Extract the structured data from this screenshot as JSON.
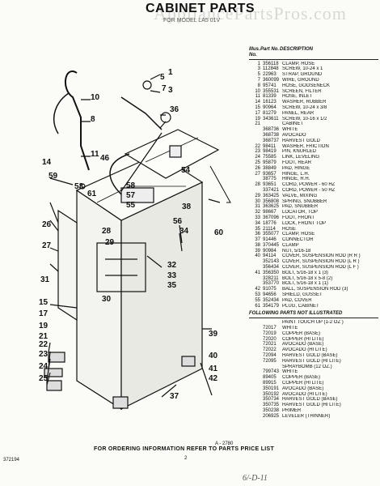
{
  "header": {
    "title": "CABINET PARTS",
    "subtitle": "FOR MODEL LA5 01V",
    "watermark": "AppliancePartsPros.com"
  },
  "parts_table": {
    "columns": [
      "Illus. No.",
      "Part No.",
      "DESCRIPTION"
    ],
    "rows": [
      {
        "no": "1",
        "part": "356118",
        "desc": "CLAMP, HOSE"
      },
      {
        "no": "3",
        "part": "112848",
        "desc": "SCREW, 10-24 x 1"
      },
      {
        "no": "5",
        "part": "22963",
        "desc": "STRAP, GROUND"
      },
      {
        "no": "7",
        "part": "360099",
        "desc": "WIRE, GROUND"
      },
      {
        "no": "8",
        "part": "95741",
        "desc": "HOSE, GOOSENECK"
      },
      {
        "no": "10",
        "part": "355531",
        "desc": "SCREEN, FILTER"
      },
      {
        "no": "11",
        "part": "81339",
        "desc": "HOSE, INLET"
      },
      {
        "no": "14",
        "part": "16123",
        "desc": "WASHER, RUBBER"
      },
      {
        "no": "15",
        "part": "90964",
        "desc": "SCREW, 10-24 x 3/8"
      },
      {
        "no": "17",
        "part": "81279",
        "desc": "PANEL, REAR"
      },
      {
        "no": "19",
        "part": "343611",
        "desc": "SCREW, 10-16 x 1/2"
      },
      {
        "no": "21",
        "part": "",
        "desc": "CABINET"
      },
      {
        "no": "",
        "part": "368736",
        "desc": "WHITE"
      },
      {
        "no": "",
        "part": "368738",
        "desc": "AVOCADO"
      },
      {
        "no": "",
        "part": "368737",
        "desc": "HARVEST GOLD"
      },
      {
        "no": "22",
        "part": "98411",
        "desc": "WASHER, FRICTION"
      },
      {
        "no": "23",
        "part": "98419",
        "desc": "PIN, KNURLED"
      },
      {
        "no": "24",
        "part": "75585",
        "desc": "LINK, LEVELING"
      },
      {
        "no": "25",
        "part": "95879",
        "desc": "FOOT, REAR"
      },
      {
        "no": "26",
        "part": "38849",
        "desc": "PAD, HINGE"
      },
      {
        "no": "27",
        "part": "93657",
        "desc": "HINGE, L.H."
      },
      {
        "no": "",
        "part": "38775",
        "desc": "HINGE, R.H."
      },
      {
        "no": "28",
        "part": "93651",
        "desc": "CORD, POWER - 60 HZ"
      },
      {
        "no": "",
        "part": "337421",
        "desc": "CORD, POWER - 50 HZ"
      },
      {
        "no": "29",
        "part": "363425",
        "desc": "VALVE, MIXING"
      },
      {
        "no": "30",
        "part": "356808",
        "desc": "SPRING, SNUBBER"
      },
      {
        "no": "31",
        "part": "363625",
        "desc": "PAD, SNUBBER"
      },
      {
        "no": "32",
        "part": "98667",
        "desc": "LOCATOR, TOP"
      },
      {
        "no": "33",
        "part": "367096",
        "desc": "FOOT, FRONT"
      },
      {
        "no": "34",
        "part": "18776",
        "desc": "LOCK, FRONT TOP"
      },
      {
        "no": "35",
        "part": "21114",
        "desc": "HOSE"
      },
      {
        "no": "36",
        "part": "355077",
        "desc": "CLAMP, HOSE"
      },
      {
        "no": "37",
        "part": "91446",
        "desc": "CONNECTOR"
      },
      {
        "no": "38",
        "part": "370445",
        "desc": "CLAMP"
      },
      {
        "no": "39",
        "part": "90984",
        "desc": "NUT, 5/16-18"
      },
      {
        "no": "40",
        "part": "94114",
        "desc": "COVER, SUSPENSION ROD (R R )"
      },
      {
        "no": "",
        "part": "352143",
        "desc": "COVER, SUSPENSION ROD (L R )"
      },
      {
        "no": "",
        "part": "356434",
        "desc": "COVER, SUSPENSION ROD (L F )"
      },
      {
        "no": "41",
        "part": "356350",
        "desc": "BOLT, 5/16-18 x 1 (3)"
      },
      {
        "no": "",
        "part": "328211",
        "desc": "BOLT, 5/16-18 x 5-8 (2)"
      },
      {
        "no": "",
        "part": "353770",
        "desc": "BOLT, 5/16-18 x 1 (1)"
      },
      {
        "no": "42",
        "part": "91075",
        "desc": "BALL, SUSPENSION ROD (3)"
      },
      {
        "no": "53",
        "part": "94656",
        "desc": "SHIELD, GUSSET"
      },
      {
        "no": "55",
        "part": "352434",
        "desc": "PAD, COVER"
      },
      {
        "no": "61",
        "part": "354179",
        "desc": "PLUG, CABINET"
      }
    ],
    "not_illustrated_header": "FOLLOWING PARTS NOT ILLUSTRATED",
    "not_illustrated": [
      {
        "part": "",
        "desc": "PAINT TOUCH UP (1-2 OZ )"
      },
      {
        "part": "72017",
        "desc": "WHITE"
      },
      {
        "part": "72019",
        "desc": "COPPER (BASE)"
      },
      {
        "part": "72020",
        "desc": "COPPER (HI LITE)"
      },
      {
        "part": "72021",
        "desc": "AVOCADO (BASE)"
      },
      {
        "part": "72022",
        "desc": "AVOCADO (HI LITE)"
      },
      {
        "part": "72094",
        "desc": "HARVEST GOLD (BASE)"
      },
      {
        "part": "72095",
        "desc": "HARVEST GOLD (HI LITE)"
      },
      {
        "part": "",
        "desc": "SPRAYBOMB (12 OZ.)"
      },
      {
        "part": "799743",
        "desc": "WHITE"
      },
      {
        "part": "89405",
        "desc": "COPPER (BASE)"
      },
      {
        "part": "89915",
        "desc": "COPPER (HI LITE)"
      },
      {
        "part": "350191",
        "desc": "AVOCADO (BASE)"
      },
      {
        "part": "350192",
        "desc": "AVOCADO (HI LITE)"
      },
      {
        "part": "350734",
        "desc": "HARVEST GOLD (BASE)"
      },
      {
        "part": "350735",
        "desc": "HARVEST GOLD (HI LITE)"
      },
      {
        "part": "350238",
        "desc": "PRIMER"
      },
      {
        "part": "206925",
        "desc": "LEVELER (THINNER)"
      }
    ]
  },
  "diagram": {
    "code": "A - 2780",
    "labels": [
      "1",
      "3",
      "5",
      "7",
      "8",
      "10",
      "11",
      "14",
      "15",
      "17",
      "19",
      "21",
      "22",
      "23",
      "24",
      "25",
      "26",
      "27",
      "28",
      "29",
      "30",
      "31",
      "32",
      "33",
      "34",
      "35",
      "36",
      "37",
      "38",
      "39",
      "40",
      "41",
      "42",
      "46",
      "53",
      "54",
      "55",
      "56",
      "57",
      "58",
      "59",
      "60",
      "61"
    ]
  },
  "footer": {
    "note": "FOR ORDERING INFORMATION REFER TO PARTS PRICE LIST",
    "page": "2",
    "code": "372194",
    "handwritten": "6/-D-11"
  }
}
